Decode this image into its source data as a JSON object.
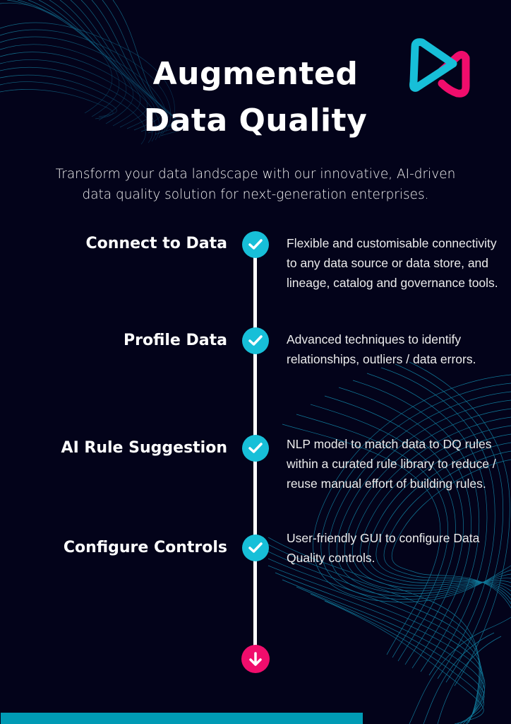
{
  "header": {
    "title_line1": "Augmented",
    "title_line2": "Data Quality",
    "subtitle_line1": "Transform your data landscape with our innovative, AI-driven",
    "subtitle_line2": "data quality solution for next-generation enterprises."
  },
  "brand": {
    "logo_icon": "play-bowtie-logo-icon",
    "colors": {
      "background": "#03031a",
      "accent_cyan": "#17bfd8",
      "accent_pink": "#f00d6c",
      "bar": "#009bb5",
      "wave_lines": "#1a9fc0"
    }
  },
  "steps": [
    {
      "title": "Connect to Data",
      "icon": "check-icon",
      "description": "Flexible and customisable connectivity to any data source or data store, and lineage, catalog and governance tools."
    },
    {
      "title": "Profile Data",
      "icon": "check-icon",
      "description": "Advanced techniques to identify relationships, outliers / data errors."
    },
    {
      "title": "AI Rule Suggestion",
      "icon": "check-icon",
      "description": "NLP model to match data to DQ rules within a curated rule library to reduce / reuse manual effort of building rules."
    },
    {
      "title": "Configure Controls",
      "icon": "check-icon",
      "description": "User-friendly GUI to configure Data Quality controls."
    }
  ],
  "footer": {
    "end_icon": "arrow-down-icon"
  }
}
